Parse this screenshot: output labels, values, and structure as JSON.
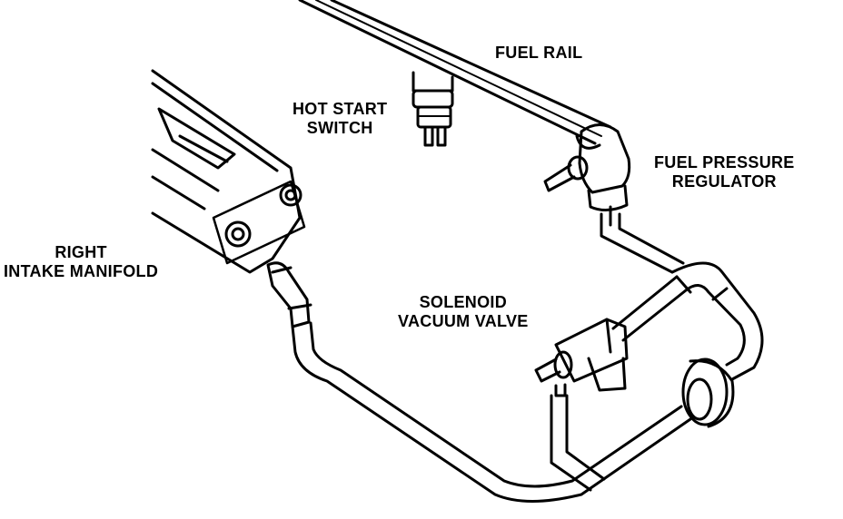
{
  "labels": {
    "fuel_rail": "FUEL RAIL",
    "hot_start_switch": [
      "HOT START",
      "SWITCH"
    ],
    "fuel_pressure_regulator": [
      "FUEL PRESSURE",
      "REGULATOR"
    ],
    "right_intake_manifold": [
      "RIGHT",
      "INTAKE MANIFOLD"
    ],
    "solenoid_vacuum_valve": [
      "SOLENOID",
      "VACUUM VALVE"
    ]
  },
  "colors": {
    "line": "#000000",
    "background": "#ffffff"
  }
}
